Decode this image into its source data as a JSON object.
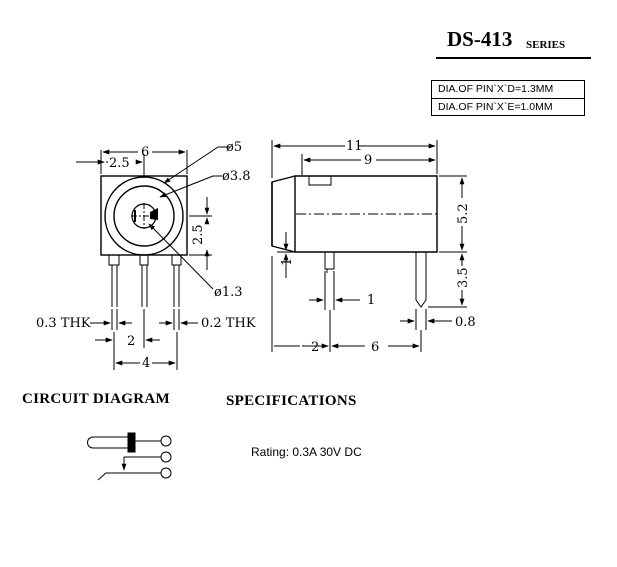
{
  "title": {
    "model": "DS-413",
    "series": "SERIES"
  },
  "pin_specs": [
    "DIA.OF PIN`X`D=1.3MM",
    "DIA.OF PIN`X`E=1.0MM"
  ],
  "front_view": {
    "dims": {
      "width": "6",
      "offset": "2.5",
      "outer_dia": "ø5",
      "inner_dia": "ø3.8",
      "center_height": "2.5",
      "pin_dia": "ø1.3",
      "pin_pitch": "2",
      "pin_span": "4",
      "thk_left": "0.3  THK",
      "thk_right": "0.2  THK"
    }
  },
  "side_view": {
    "dims": {
      "length": "11",
      "body_length": "9",
      "height": "5.2",
      "pin_length": "3.5",
      "pin_offset": "1",
      "pin_width": "1",
      "pin_thk": "0.8",
      "front_pin_pos": "2",
      "pin_spacing": "6"
    }
  },
  "sections": {
    "circuit": "CIRCUIT DIAGRAM",
    "specifications": "SPECIFICATIONS"
  },
  "rating": "Rating: 0.3A 30V DC"
}
